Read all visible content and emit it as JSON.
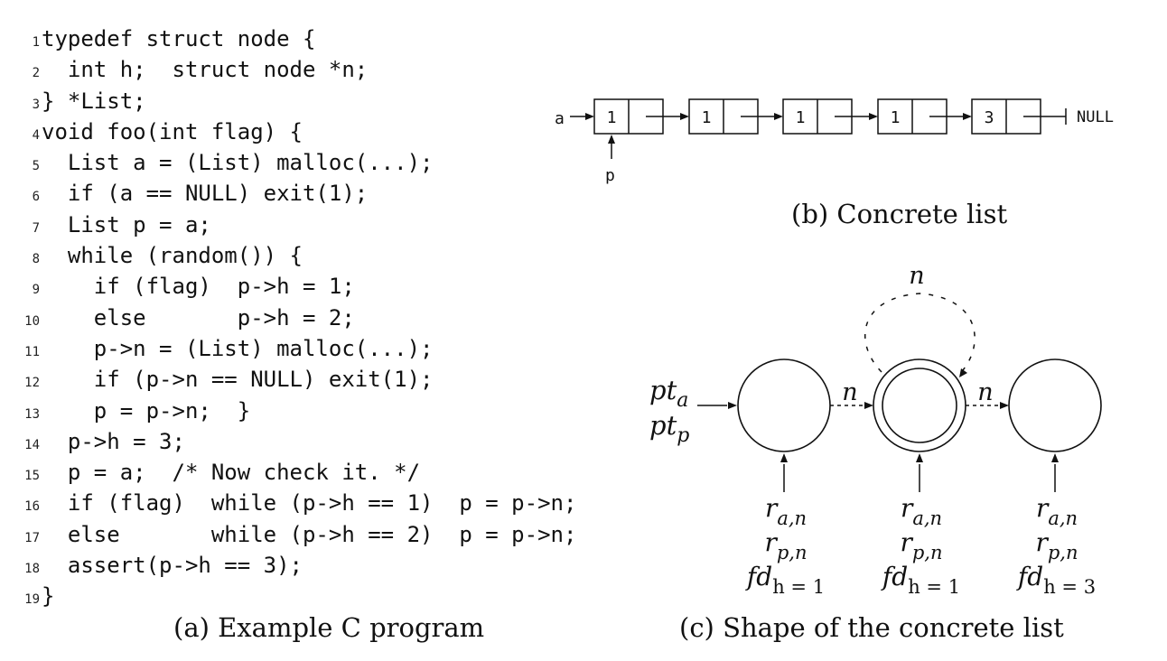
{
  "code": {
    "lines": [
      {
        "num": "1",
        "text": "typedef struct node {"
      },
      {
        "num": "2",
        "text": "  int h;  struct node *n;"
      },
      {
        "num": "3",
        "text": "} *List;"
      },
      {
        "num": "4",
        "text": "void foo(int flag) {"
      },
      {
        "num": "5",
        "text": "  List a = (List) malloc(...);"
      },
      {
        "num": "6",
        "text": "  if (a == NULL) exit(1);"
      },
      {
        "num": "7",
        "text": "  List p = a;"
      },
      {
        "num": "8",
        "text": "  while (random()) {"
      },
      {
        "num": "9",
        "text": "    if (flag)  p->h = 1;"
      },
      {
        "num": "10",
        "text": "    else       p->h = 2;"
      },
      {
        "num": "11",
        "text": "    p->n = (List) malloc(...);"
      },
      {
        "num": "12",
        "text": "    if (p->n == NULL) exit(1);"
      },
      {
        "num": "13",
        "text": "    p = p->n;  }"
      },
      {
        "num": "14",
        "text": "  p->h = 3;"
      },
      {
        "num": "15",
        "text": "  p = a;  /* Now check it. */"
      },
      {
        "num": "16",
        "text": "  if (flag)  while (p->h == 1)  p = p->n;"
      },
      {
        "num": "17",
        "text": "  else       while (p->h == 2)  p = p->n;"
      },
      {
        "num": "18",
        "text": "  assert(p->h == 3);"
      },
      {
        "num": "19",
        "text": "}"
      }
    ]
  },
  "captions": {
    "a": "(a) Example C program",
    "b": "(b) Concrete list",
    "c": "(c) Shape of the concrete list"
  },
  "concrete_list": {
    "head_label": "a",
    "pointer_label": "p",
    "node_values": [
      "1",
      "1",
      "1",
      "1",
      "3"
    ],
    "null_label": "NULL"
  },
  "shape": {
    "edge_label": "n",
    "self_loop_label": "n",
    "input_labels": [
      {
        "base": "pt",
        "sub": "a"
      },
      {
        "base": "pt",
        "sub": "p"
      }
    ],
    "nodes": [
      {
        "summary": false,
        "preds": [
          {
            "base": "r",
            "sub": "a,n"
          },
          {
            "base": "r",
            "sub": "p,n"
          },
          {
            "base": "fd",
            "sub": "h = 1"
          }
        ]
      },
      {
        "summary": true,
        "preds": [
          {
            "base": "r",
            "sub": "a,n"
          },
          {
            "base": "r",
            "sub": "p,n"
          },
          {
            "base": "fd",
            "sub": "h = 1"
          }
        ]
      },
      {
        "summary": false,
        "preds": [
          {
            "base": "r",
            "sub": "a,n"
          },
          {
            "base": "r",
            "sub": "p,n"
          },
          {
            "base": "fd",
            "sub": "h = 3"
          }
        ]
      }
    ]
  }
}
